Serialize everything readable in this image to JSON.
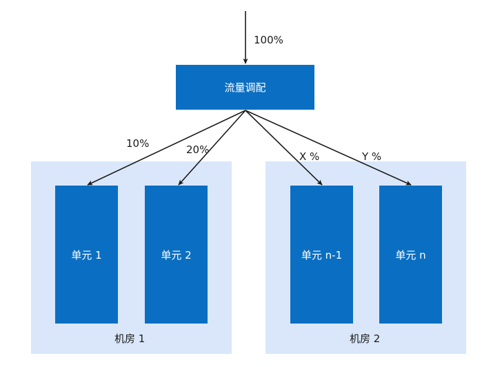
{
  "dispatcher": {
    "label": "流量调配"
  },
  "input_traffic": "100%",
  "rooms": [
    {
      "label": "机房 1"
    },
    {
      "label": "机房 2"
    }
  ],
  "units": [
    {
      "label": "单元 1",
      "share": "10%"
    },
    {
      "label": "单元 2",
      "share": "20%"
    },
    {
      "label": "单元 n-1",
      "share": "X %"
    },
    {
      "label": "单元 n",
      "share": "Y %"
    }
  ],
  "colors": {
    "box": "#0a6fc2",
    "room": "#dae7fa",
    "arrow": "#1a1a1a"
  }
}
